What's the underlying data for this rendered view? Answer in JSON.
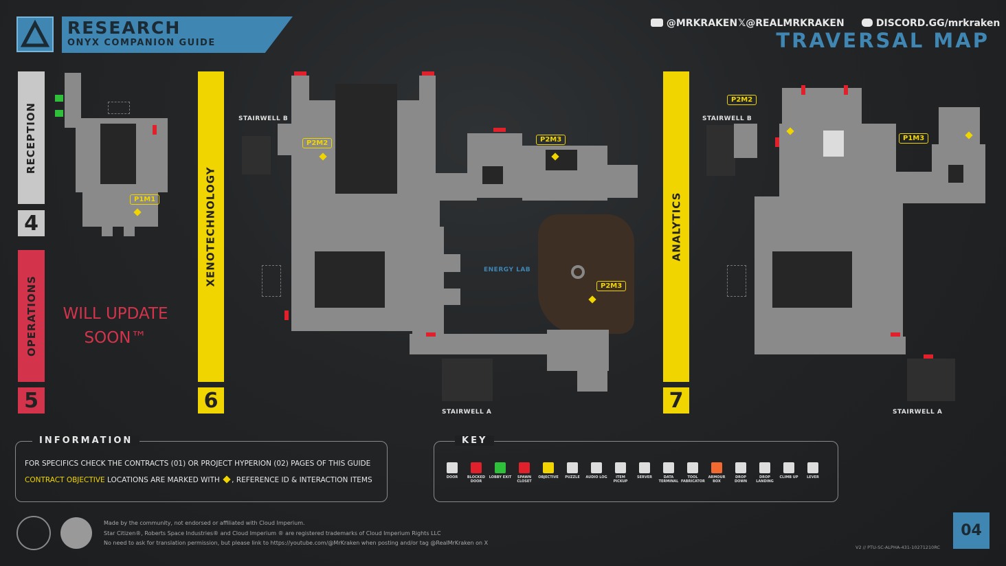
{
  "header": {
    "title": "RESEARCH",
    "subtitle": "ONYX COMPANION GUIDE",
    "map_title": "TRAVERSAL MAP"
  },
  "socials": {
    "youtube": "@MRKRAKEN",
    "x": "@REALMRKRAKEN",
    "discord": "DISCORD.GG/mrkraken"
  },
  "sections": {
    "reception": {
      "label": "RECEPTION",
      "number": "4"
    },
    "operations": {
      "label": "OPERATIONS",
      "number": "5",
      "notice": "WILL UPDATE SOON™"
    },
    "xenotechnology": {
      "label": "XENOTECHNOLOGY",
      "number": "6"
    },
    "analytics": {
      "label": "ANALYTICS",
      "number": "7"
    }
  },
  "map_labels": {
    "stairwell_b": "STAIRWELL B",
    "stairwell_a": "STAIRWELL A",
    "energy_lab": "ENERGY LAB",
    "p1m1": "P1M1",
    "p2m2": "P2M2",
    "p2m3": "P2M3",
    "p1m3": "P1M3"
  },
  "info": {
    "title": "INFORMATION",
    "line1": "FOR SPECIFICS CHECK THE CONTRACTS (01) OR PROJECT HYPERION  (02) PAGES OF THIS GUIDE",
    "line2_highlight": "CONTRACT OBJECTIVE",
    "line2_a": " LOCATIONS ARE MARKED WITH ",
    "line2_b": ", REFERENCE ID & INTERACTION ITEMS"
  },
  "key": {
    "title": "KEY",
    "items": [
      {
        "label": "DOOR",
        "color": "#dddddd"
      },
      {
        "label": "BLOCKED DOOR",
        "color": "#e0202a"
      },
      {
        "label": "LOBBY EXIT",
        "color": "#2fbf3a"
      },
      {
        "label": "SPAWN CLOSET",
        "color": "#e0202a"
      },
      {
        "label": "OBJECTIVE",
        "color": "#f0d500"
      },
      {
        "label": "PUZZLE",
        "color": "#dddddd"
      },
      {
        "label": "AUDIO LOG",
        "color": "#dddddd"
      },
      {
        "label": "ITEM PICKUP",
        "color": "#dddddd"
      },
      {
        "label": "SERVER",
        "color": "#dddddd"
      },
      {
        "label": "DATA TERMINAL",
        "color": "#dddddd"
      },
      {
        "label": "TOOL FABRICATOR",
        "color": "#dddddd"
      },
      {
        "label": "ARMOUR BOX",
        "color": "#f26a30"
      },
      {
        "label": "DROP DOWN",
        "color": "#dddddd"
      },
      {
        "label": "DROP LANDING",
        "color": "#dddddd"
      },
      {
        "label": "CLIMB UP",
        "color": "#dddddd"
      },
      {
        "label": "LEVER",
        "color": "#dddddd"
      }
    ]
  },
  "footer": {
    "line1": "Made by the community, not endorsed or affiliated with Cloud Imperium.",
    "line2": "Star Citizen®, Roberts Space Industries® and Cloud Imperium ® are registered trademarks of Cloud Imperium Rights LLC",
    "line3": "No need to ask for translation permission, but please link to https://youtube.com/@MrKraken when posting and/or tag @RealMrKraken on X",
    "version": "V2 // PTU-SC-ALPHA-431-10271210RC",
    "page": "04"
  },
  "colors": {
    "accent": "#3f86b3",
    "reception": "#c8c8c8",
    "operations": "#d3344c",
    "xeno": "#f0d500",
    "analytics": "#f0d500",
    "objective": "#f0d500",
    "blocked": "#e0202a"
  }
}
